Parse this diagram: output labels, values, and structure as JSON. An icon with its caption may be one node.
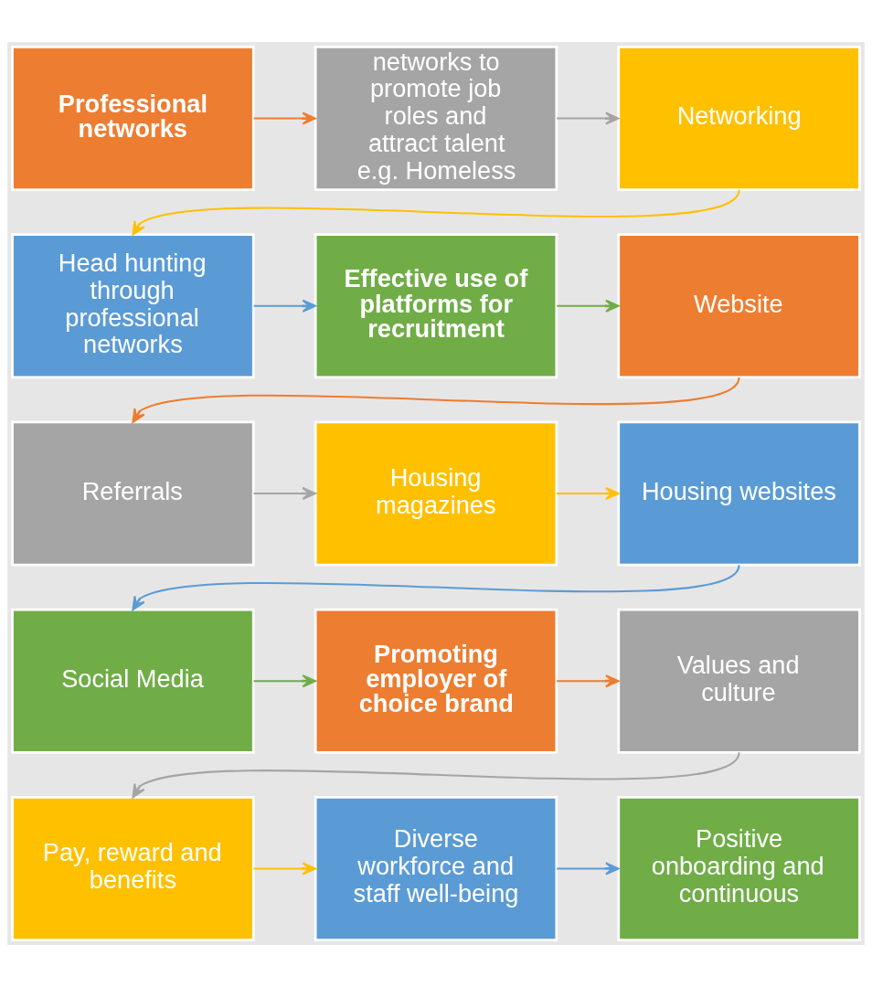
{
  "diagram": {
    "nodes": [
      {
        "text": [
          "Professional networks"
        ]
      },
      {
        "text": [
          "networks to promote job roles and attract talent e.g. Homeless"
        ]
      },
      {
        "text": [
          "Networking"
        ]
      },
      {
        "text": [
          "Head hunting through professional networks"
        ]
      },
      {
        "text": [
          "Effective use of platforms for recruitment"
        ]
      },
      {
        "text": [
          "Website"
        ]
      },
      {
        "text": [
          "Referrals"
        ]
      },
      {
        "text": [
          "Housing magazines"
        ]
      },
      {
        "text": [
          "Housing websites"
        ]
      },
      {
        "text": [
          "Social Media"
        ]
      },
      {
        "text": [
          "Promoting employer of choice brand"
        ]
      },
      {
        "text": [
          "Values and culture"
        ]
      },
      {
        "text": [
          "Pay, reward and benefits"
        ]
      },
      {
        "text": [
          "Diverse workforce and staff well-being"
        ]
      },
      {
        "text": [
          "Positive onboarding and continuous"
        ]
      }
    ],
    "edges": [
      {
        "from": 0,
        "to": 1,
        "arrow": "to",
        "color": "#ed7d31"
      },
      {
        "from": 1,
        "to": 2,
        "arrow": "to",
        "color": "#a5a5a5"
      },
      {
        "from": 2,
        "to": 3,
        "arrow": "to",
        "color": "#ffc000"
      },
      {
        "from": 3,
        "to": 4,
        "arrow": "to",
        "color": "#5b9bd5"
      },
      {
        "from": 4,
        "to": 5,
        "arrow": "to",
        "color": "#70ad47"
      },
      {
        "from": 5,
        "to": 6,
        "arrow": "to",
        "color": "#ed7d31"
      },
      {
        "from": 6,
        "to": 7,
        "arrow": "to",
        "color": "#a5a5a5"
      },
      {
        "from": 7,
        "to": 8,
        "arrow": "to",
        "color": "#ffc000"
      },
      {
        "from": 8,
        "to": 9,
        "arrow": "to",
        "color": "#5b9bd5"
      },
      {
        "from": 9,
        "to": 10,
        "arrow": "to",
        "color": "#70ad47"
      },
      {
        "from": 10,
        "to": 11,
        "arrow": "to",
        "color": "#ed7d31"
      },
      {
        "from": 11,
        "to": 12,
        "arrow": "to",
        "color": "#a5a5a5"
      },
      {
        "from": 12,
        "to": 13,
        "arrow": "to",
        "color": "#ffc000"
      },
      {
        "from": 13,
        "to": 14,
        "arrow": "to",
        "color": "#5b9bd5"
      }
    ]
  }
}
